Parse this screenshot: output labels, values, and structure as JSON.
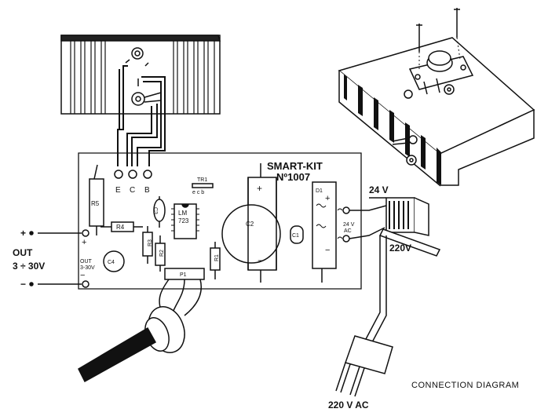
{
  "kit": {
    "title": "SMART-KIT",
    "number": "Nº1007"
  },
  "pins": {
    "e": "E",
    "c": "C",
    "b": "B"
  },
  "components": {
    "r5": "R5",
    "r4": "R4",
    "r3": "R3",
    "r2": "R2",
    "r1": "R1",
    "c3": "C3",
    "c2": "C2",
    "c1": "C1",
    "c4": "C4",
    "lm_line1": "LM",
    "lm_line2": "723",
    "tr1": "TR1",
    "tr1_pins": "e c b",
    "d1": "D1",
    "p1": "P1"
  },
  "output": {
    "plus": "+",
    "minus": "−",
    "label": "OUT",
    "range": "3 ÷ 30V",
    "pcb_label": "OUT",
    "pcb_range": "3-30V"
  },
  "transformer": {
    "secondary": "24 V",
    "ac_line1": "24 V",
    "ac_line2": "AC",
    "primary": "220V"
  },
  "plug_label": "220 V AC",
  "caption": "CONNECTION   DIAGRAM"
}
